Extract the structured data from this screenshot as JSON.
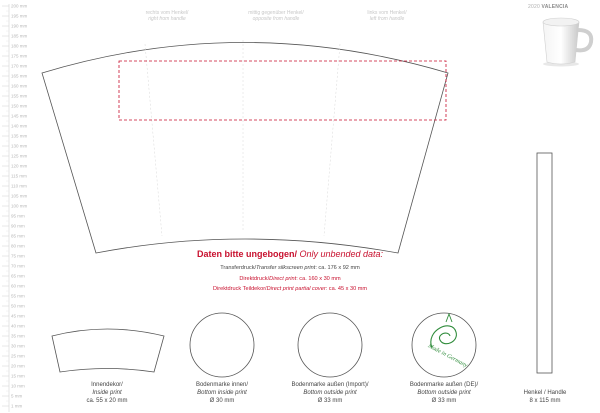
{
  "brand": {
    "prefix": "2020",
    "name": "VALENCIA"
  },
  "handle_hints": [
    {
      "de": "rechts vom Henkel/",
      "en": "right from handle"
    },
    {
      "de": "mittig gegenüber Henkel/",
      "en": "opposite from handle"
    },
    {
      "de": "links vom Henkel/",
      "en": "left from handle"
    }
  ],
  "ruler": {
    "unit": "mm",
    "labels": [
      "200 mm",
      "195 mm",
      "190 mm",
      "185 mm",
      "180 mm",
      "175 mm",
      "170 mm",
      "165 mm",
      "160 mm",
      "155 mm",
      "150 mm",
      "145 mm",
      "140 mm",
      "135 mm",
      "130 mm",
      "125 mm",
      "120 mm",
      "115 mm",
      "110 mm",
      "105 mm",
      "100 mm",
      "95 mm",
      "90 mm",
      "85 mm",
      "80 mm",
      "75 mm",
      "70 mm",
      "65 mm",
      "60 mm",
      "55 mm",
      "50 mm",
      "45 mm",
      "40 mm",
      "35 mm",
      "30 mm",
      "25 mm",
      "20 mm",
      "15 mm",
      "10 mm",
      "5 mm",
      "1 mm"
    ]
  },
  "data_title": {
    "de": "Daten bitte ungebogen/",
    "en": "Only unbended data:"
  },
  "specs": [
    {
      "de": "Transferdruck/",
      "en": "Transfer silkscreen print",
      "value": ": ca. 176 x 92 mm",
      "accent": false
    },
    {
      "de": "Direktdruck/",
      "en": "Direct print",
      "value": ": ca. 160 x 30 mm",
      "accent": true
    },
    {
      "de": "Direktdruck Teildekor/",
      "en": "Direct print partial cover",
      "value": ": ca. 45 x 30 mm",
      "accent": true
    }
  ],
  "parts": [
    {
      "de": "Innendekor/",
      "en": "Inside print",
      "size": "ca. 55 x 20 mm"
    },
    {
      "de": "Bodenmarke innen/",
      "en": "Bottom inside print",
      "size": "Ø 30 mm"
    },
    {
      "de": "Bodenmarke außen (Import)/",
      "en": "Bottom outside print",
      "size": "Ø 33 mm"
    },
    {
      "de": "Bodenmarke außen (DE)/",
      "en": "Bottom outside print",
      "size": "Ø 33 mm"
    },
    {
      "de": "Henkel / Handle",
      "en": "",
      "size": "8 x 115 mm"
    }
  ],
  "stamp": {
    "text": "Made in Germany"
  },
  "colors": {
    "accent": "#c8102e",
    "outline": "#555555",
    "hint": "#c8c8c8"
  }
}
